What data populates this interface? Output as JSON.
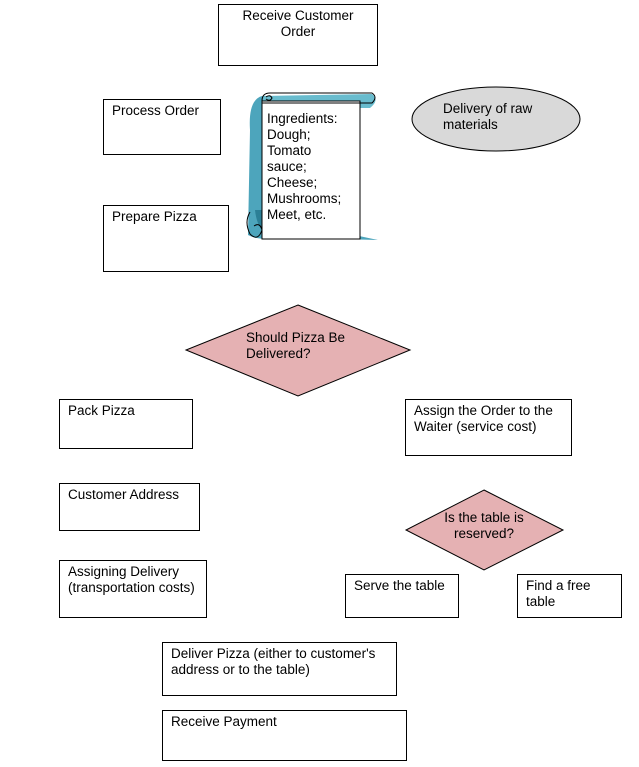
{
  "diagram": {
    "nodes": {
      "receive_order": "Receive Customer Order",
      "process_order": "Process Order",
      "prepare_pizza": "Prepare Pizza",
      "ingredients": {
        "title": "Ingredients:",
        "items": [
          "Dough;",
          "Tomato",
          "sauce;",
          "Cheese;",
          "Mushrooms;",
          "Meet, etc."
        ]
      },
      "raw_materials": "Delivery of raw materials",
      "should_deliver": "Should Pizza Be Delivered?",
      "pack_pizza": "Pack Pizza",
      "customer_address": "Customer Address",
      "assigning_delivery": "Assigning Delivery (transportation costs)",
      "assign_waiter": "Assign the Order to the Waiter (service cost)",
      "table_reserved": "Is the table is reserved?",
      "serve_table": "Serve the table",
      "find_table": "Find a free table",
      "deliver_pizza": "Deliver Pizza (either to customer's address or to the table)",
      "receive_payment": "Receive Payment"
    },
    "colors": {
      "decision_fill": "#e5b1b3",
      "ellipse_fill": "#d9d9d9",
      "scroll_accent": "#3a9bb5",
      "stroke": "#000000"
    }
  }
}
